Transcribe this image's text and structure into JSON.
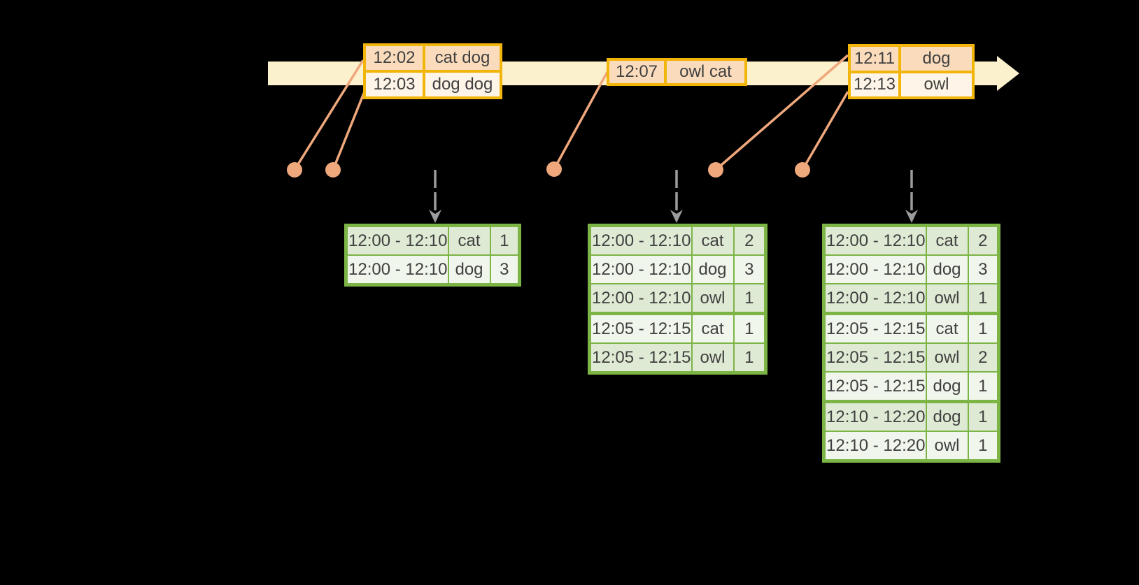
{
  "colors": {
    "bg": "#000000",
    "gold": "#f2b50a",
    "peach_dark": "#fadcbd",
    "peach_light": "#fef4e7",
    "band": "#fcf1cd",
    "salmon": "#efa77c",
    "green": "#7cb446",
    "green_dark": "#dfead4",
    "green_light": "#f1f6ec",
    "gray": "#9c9c9c",
    "text": "#404040"
  },
  "icons": {
    "timeline_arrow": "right-arrow-band",
    "trigger_arrow": "dashed-down-arrow",
    "event_dot": "filled-circle"
  },
  "event_tables": [
    {
      "id": "event-table-1",
      "rows": [
        {
          "time": "12:02",
          "words": "cat dog"
        },
        {
          "time": "12:03",
          "words": "dog dog"
        }
      ]
    },
    {
      "id": "event-table-2",
      "rows": [
        {
          "time": "12:07",
          "words": "owl cat"
        }
      ]
    },
    {
      "id": "event-table-3",
      "rows": [
        {
          "time": "12:11",
          "words": "dog"
        },
        {
          "time": "12:13",
          "words": "owl"
        }
      ]
    }
  ],
  "result_tables": [
    {
      "id": "result-table-1",
      "rows": [
        {
          "window": "12:00 - 12:10",
          "word": "cat",
          "count": "1"
        },
        {
          "window": "12:00 - 12:10",
          "word": "dog",
          "count": "3"
        }
      ]
    },
    {
      "id": "result-table-2",
      "rows": [
        {
          "window": "12:00 - 12:10",
          "word": "cat",
          "count": "2"
        },
        {
          "window": "12:00 - 12:10",
          "word": "dog",
          "count": "3"
        },
        {
          "window": "12:00 - 12:10",
          "word": "owl",
          "count": "1"
        },
        {
          "window": "12:05 - 12:15",
          "word": "cat",
          "count": "1",
          "group_start": true
        },
        {
          "window": "12:05 - 12:15",
          "word": "owl",
          "count": "1"
        }
      ]
    },
    {
      "id": "result-table-3",
      "rows": [
        {
          "window": "12:00 - 12:10",
          "word": "cat",
          "count": "2"
        },
        {
          "window": "12:00 - 12:10",
          "word": "dog",
          "count": "3"
        },
        {
          "window": "12:00 - 12:10",
          "word": "owl",
          "count": "1"
        },
        {
          "window": "12:05 - 12:15",
          "word": "cat",
          "count": "1",
          "group_start": true
        },
        {
          "window": "12:05 - 12:15",
          "word": "owl",
          "count": "2"
        },
        {
          "window": "12:05 - 12:15",
          "word": "dog",
          "count": "1"
        },
        {
          "window": "12:10 - 12:20",
          "word": "dog",
          "count": "1",
          "group_start": true
        },
        {
          "window": "12:10 - 12:20",
          "word": "owl",
          "count": "1"
        }
      ]
    }
  ]
}
